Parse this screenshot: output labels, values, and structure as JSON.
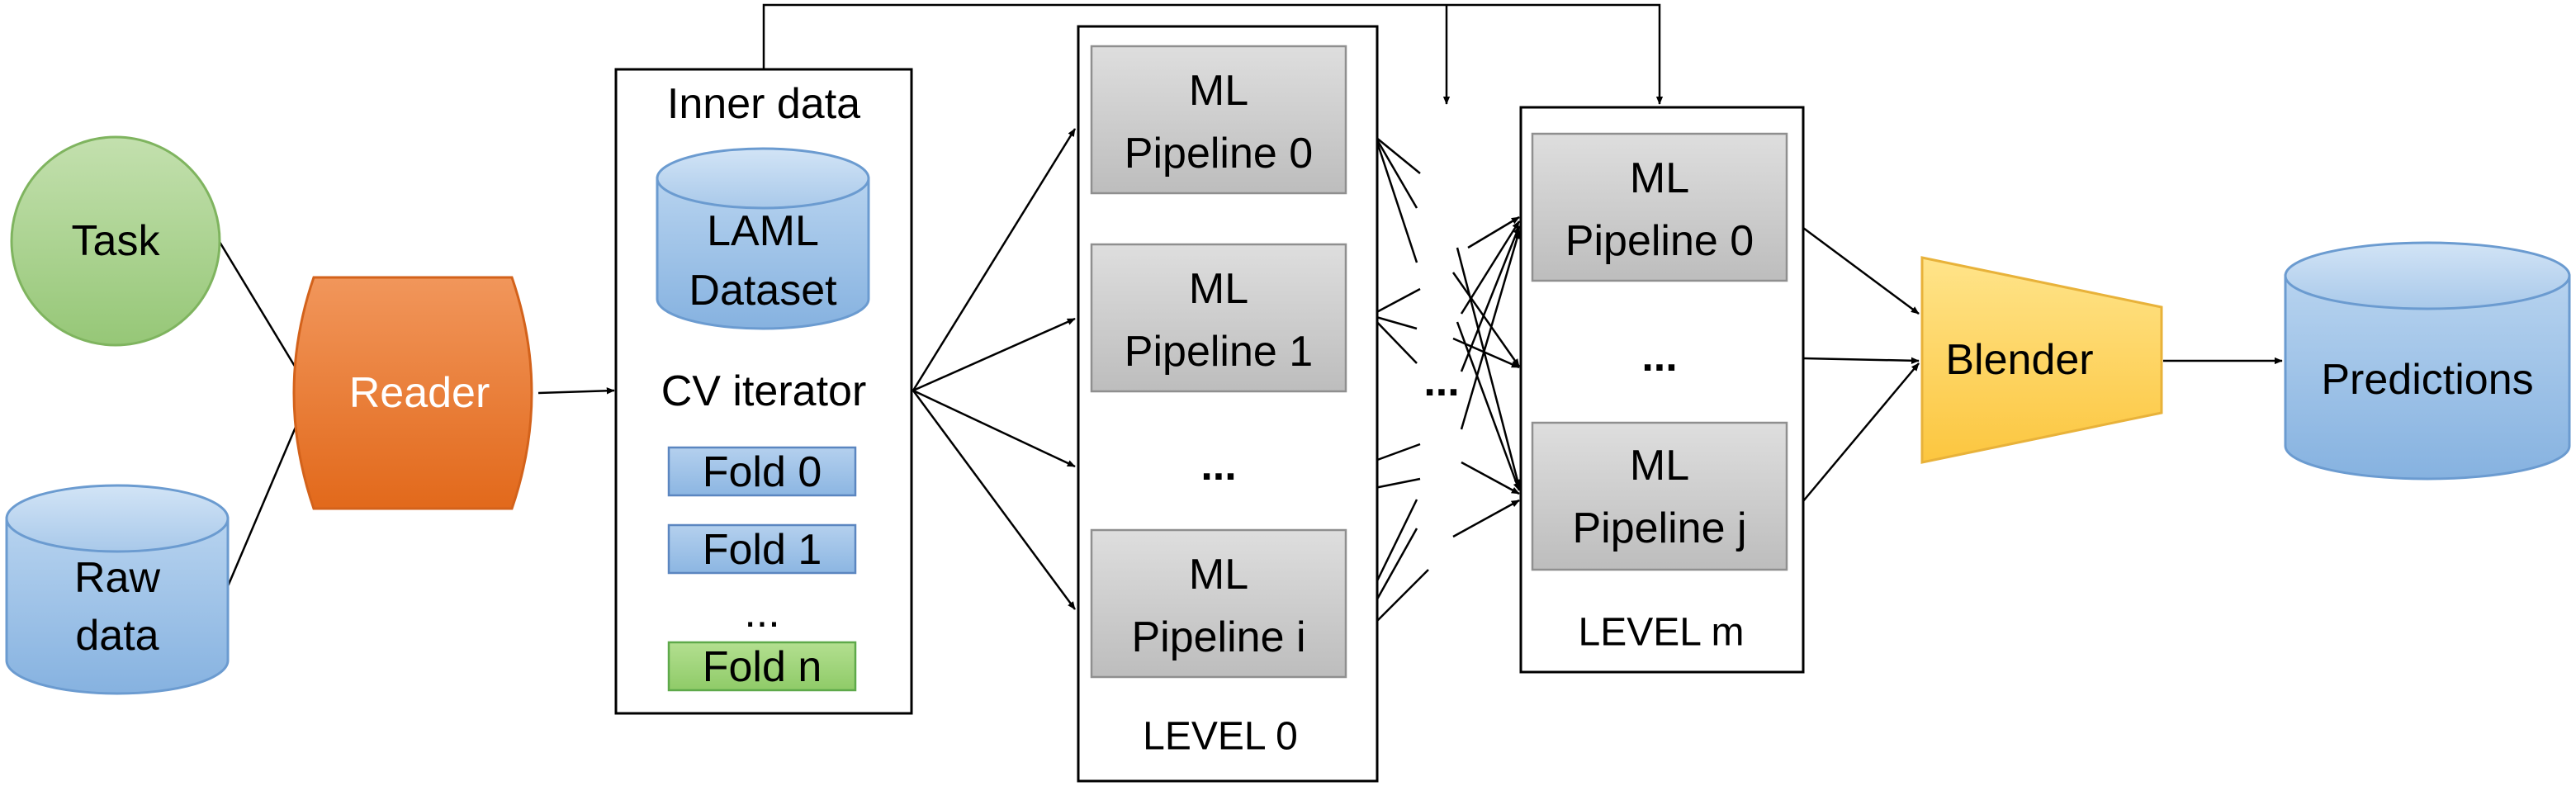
{
  "inputs": {
    "task": "Task",
    "raw_data": [
      "Raw",
      "data"
    ]
  },
  "reader": "Reader",
  "inner_data": {
    "title": "Inner data",
    "dataset": [
      "LAML",
      "Dataset"
    ],
    "cv_iterator": "CV iterator",
    "folds": [
      "Fold 0",
      "Fold 1",
      "...",
      "Fold n"
    ]
  },
  "level0": {
    "label": "LEVEL 0",
    "pipelines": [
      [
        "ML",
        "Pipeline 0"
      ],
      [
        "ML",
        "Pipeline 1"
      ],
      [
        "ML",
        "Pipeline i"
      ]
    ],
    "ellipsis": "..."
  },
  "middle_ellipsis": "...",
  "levelm": {
    "label": "LEVEL m",
    "pipelines": [
      [
        "ML",
        "Pipeline 0"
      ],
      [
        "ML",
        "Pipeline j"
      ]
    ],
    "ellipsis": "..."
  },
  "blender": "Blender",
  "predictions": "Predictions",
  "colors": {
    "task_circle": "#a9d18e",
    "reader": "#e8701f",
    "cylinder_blue": "#9dc3e6",
    "pipeline_gray": "#cfcfcf",
    "blender": "#ffd966",
    "fold_green": "#92d050"
  }
}
